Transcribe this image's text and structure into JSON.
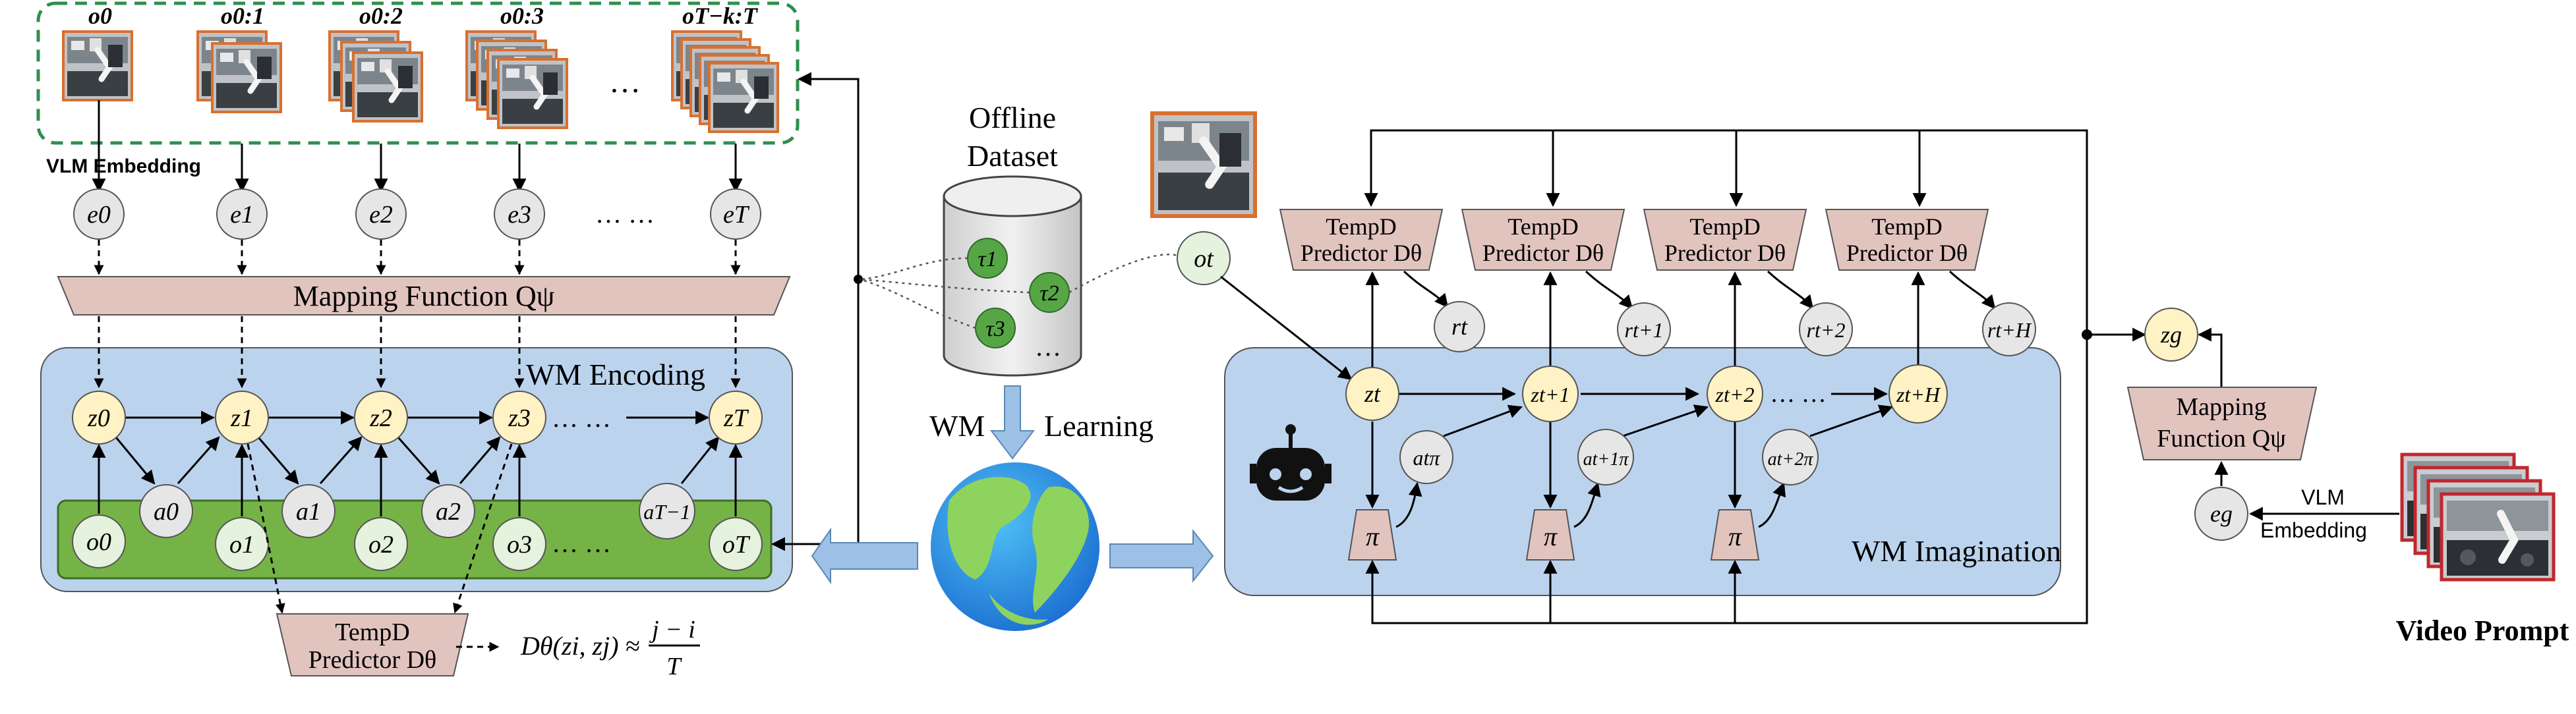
{
  "figure": {
    "obs_labels": [
      "o0",
      "o0:1",
      "o0:2",
      "o0:3",
      "oT−k:T"
    ],
    "obs_ellipsis": "…",
    "vlm_embedding_label": "VLM  Embedding",
    "e_nodes": [
      "e0",
      "e1",
      "e2",
      "e3",
      "eT"
    ],
    "dots": "… …",
    "mapping_function_label": "Mapping Function Qψ",
    "wm_encoding_label": "WM Encoding",
    "z_nodes": [
      "z0",
      "z1",
      "z2",
      "z3",
      "zT"
    ],
    "a_nodes": [
      "a0",
      "a1",
      "a2",
      "aT−1"
    ],
    "o_nodes": [
      "o0",
      "o1",
      "o2",
      "o3",
      "oT"
    ],
    "tempd_line1": "TempD",
    "tempd_line2": "Predictor Dθ",
    "formula_lhs": "Dθ(zi, zj) ≈",
    "formula_num": "j − i",
    "formula_den": "T",
    "offline_line1": "Offline",
    "offline_line2": "Dataset",
    "taus": [
      "τ1",
      "τ2",
      "τ3"
    ],
    "cyl_dots": "…",
    "wm_label": "WM",
    "learning_label": "Learning",
    "ot_label": "ot",
    "imag_z": [
      "zt",
      "zt+1",
      "zt+2",
      "zt+H"
    ],
    "imag_r": [
      "rt",
      "rt+1",
      "rt+2",
      "rt+H"
    ],
    "imag_a": [
      "atπ",
      "at+1π",
      "at+2π"
    ],
    "pi_label": "π",
    "wm_imagination_label": "WM Imagination",
    "zg_label": "zg",
    "mapping_line1": "Mapping",
    "mapping_line2": "Function Qψ",
    "eg_label": "eg",
    "vlm_line1": "VLM",
    "vlm_line2": "Embedding",
    "video_prompt_label": "Video Prompt",
    "colors": {
      "node_fill": "#e6e6e6",
      "z_fill": "#fff2c4",
      "ot_fill": "#e4f2de",
      "pink": "#e2c4bf",
      "blue_box": "#bcd3ee",
      "green_band": "#76b347",
      "green_tau": "#56a646",
      "dash_green": "#2f8f4f",
      "arrow_blue": "#9dc1e6",
      "frame_orange": "#d8702f",
      "frame_red": "#c0272d"
    }
  }
}
